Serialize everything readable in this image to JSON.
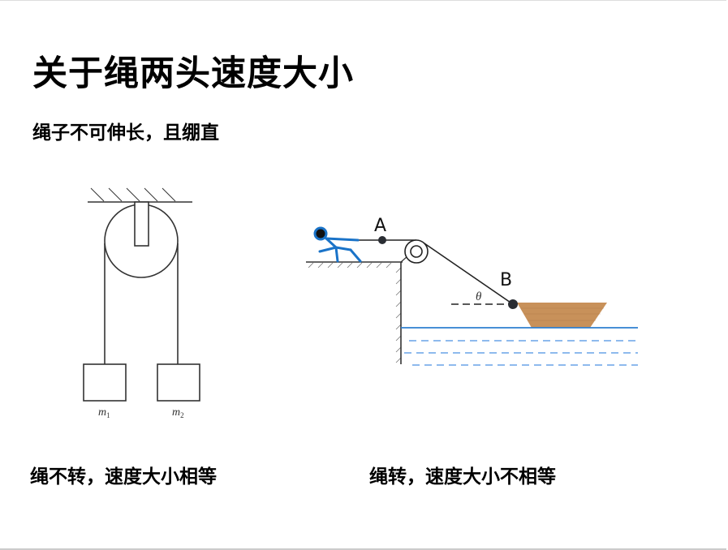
{
  "slide": {
    "title": "关于绳两头速度大小",
    "subtitle": "绳子不可伸长，且绷直",
    "captions": [
      "绳不转，速度大小相等",
      "绳转，速度大小不相等"
    ]
  },
  "figure_pulley": {
    "mass_labels": [
      "m1",
      "m2"
    ]
  },
  "figure_boat": {
    "point_a": "A",
    "point_b": "B",
    "angle": "θ"
  },
  "colors": {
    "water": "#2e7fd0",
    "person": "#1a73c8",
    "boat": "#c8915a"
  }
}
